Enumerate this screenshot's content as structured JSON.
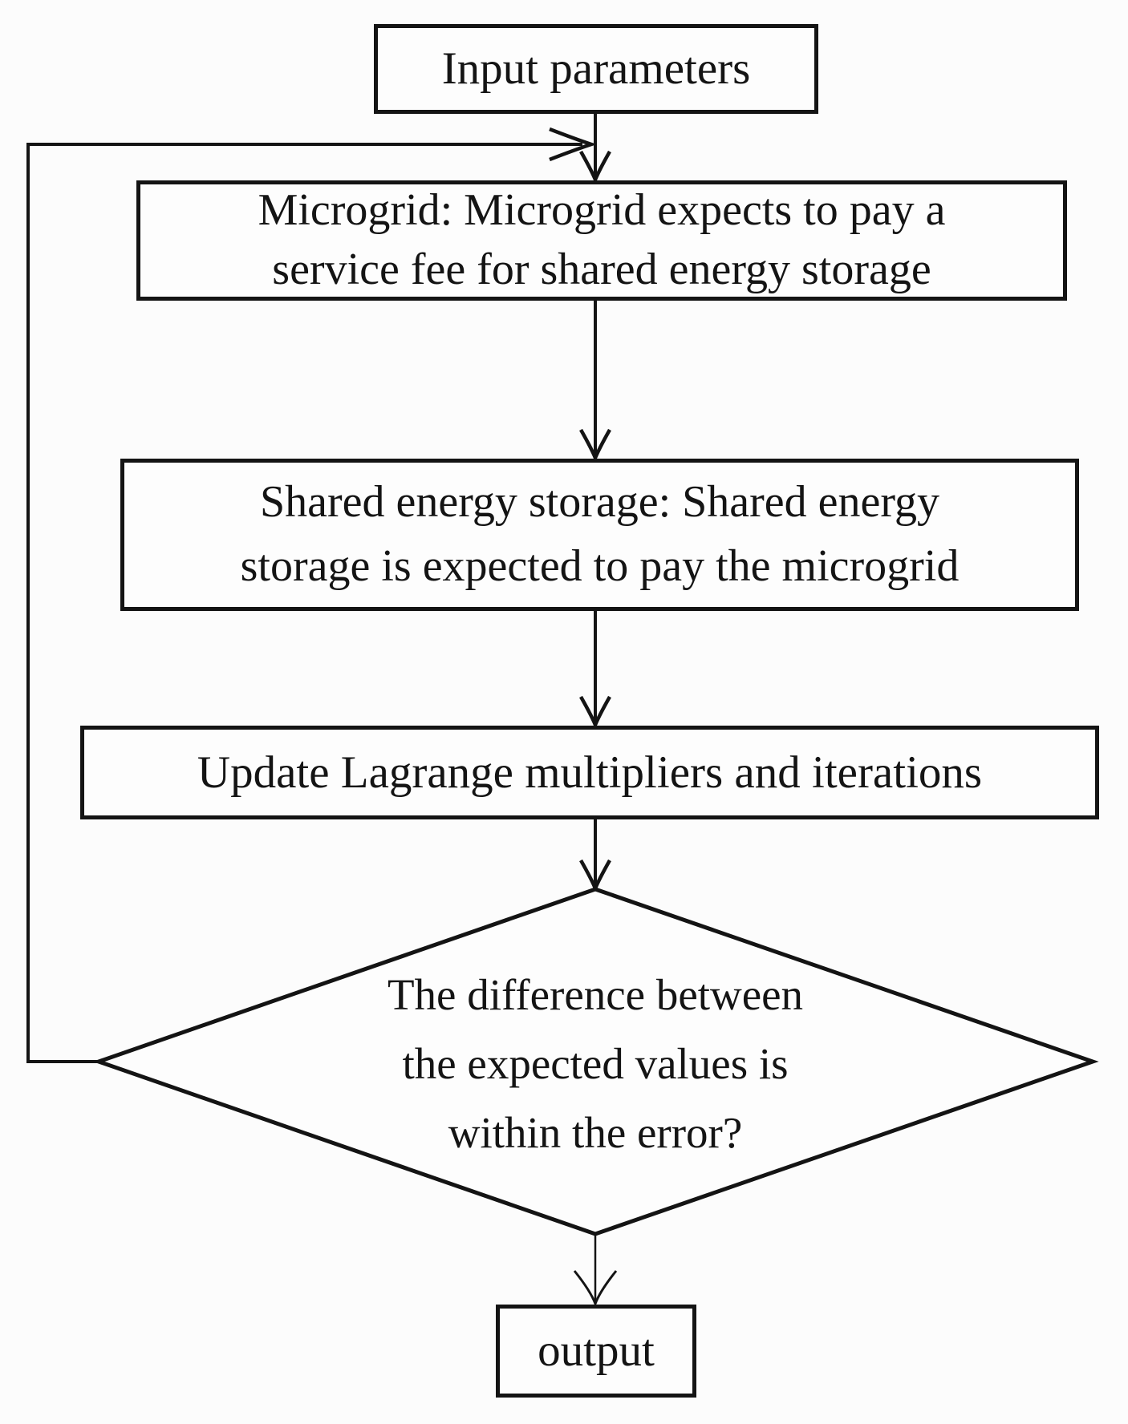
{
  "flowchart": {
    "colors": {
      "background": "#fcfcfc",
      "ink": "#141414",
      "shape_fill": "#fdfdfd"
    },
    "nodes": {
      "input": {
        "type": "process",
        "lines": [
          "Input parameters"
        ]
      },
      "microgrid": {
        "type": "process",
        "lines": [
          "Microgrid: Microgrid expects to pay a",
          "service fee for shared energy storage"
        ]
      },
      "shared_storage": {
        "type": "process",
        "lines": [
          "Shared energy storage: Shared energy",
          "storage is expected to pay the microgrid"
        ]
      },
      "update": {
        "type": "process",
        "lines": [
          "Update Lagrange multipliers and iterations"
        ]
      },
      "decision": {
        "type": "decision",
        "lines": [
          "The difference between",
          "the expected values is",
          "within the error?"
        ]
      },
      "output": {
        "type": "process",
        "lines": [
          "output"
        ]
      }
    },
    "edges": [
      {
        "from": "input",
        "to": "microgrid"
      },
      {
        "from": "microgrid",
        "to": "shared_storage"
      },
      {
        "from": "shared_storage",
        "to": "update"
      },
      {
        "from": "update",
        "to": "decision"
      },
      {
        "from": "decision",
        "to": "output"
      },
      {
        "from": "decision",
        "to": "microgrid",
        "kind": "feedback-loop"
      }
    ]
  }
}
